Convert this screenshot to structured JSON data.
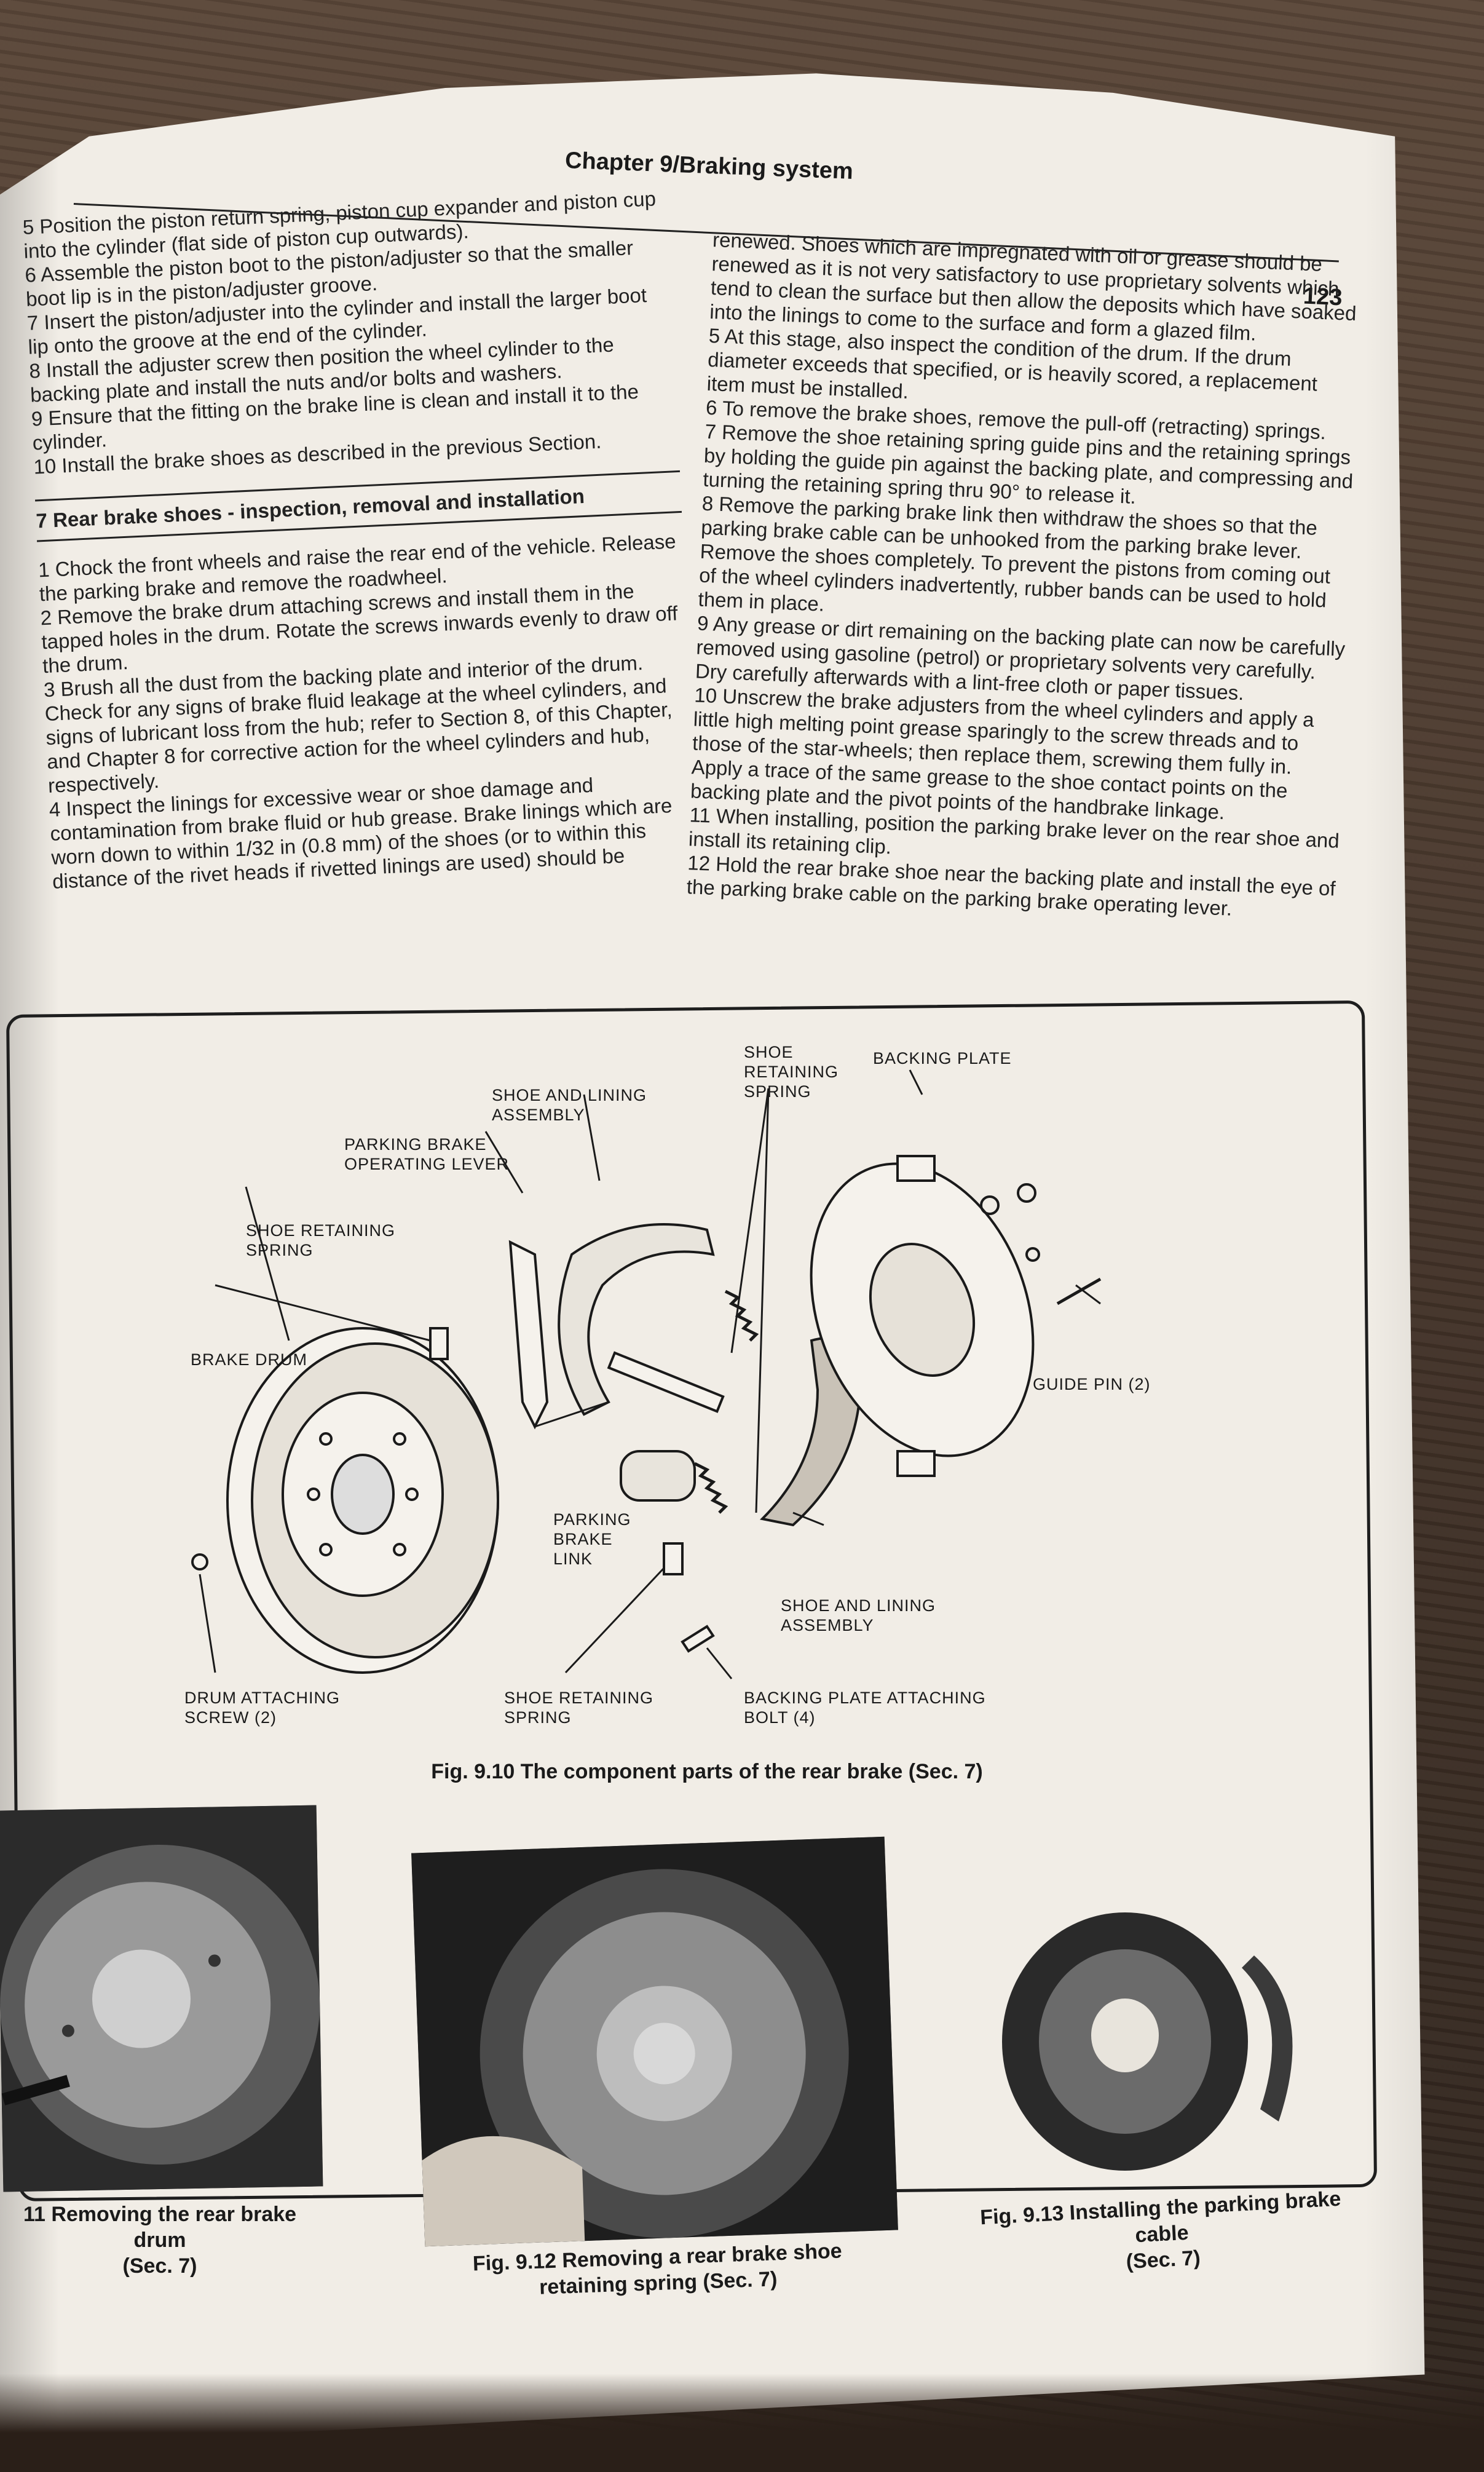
{
  "header": {
    "chapter_title": "Chapter 9/Braking system",
    "page_number": "123"
  },
  "left_column": {
    "paragraphs": [
      "5 Position the piston return spring, piston cup expander and piston cup into the cylinder (flat side of piston cup outwards).",
      "6 Assemble the piston boot to the piston/adjuster so that the smaller boot lip is in the piston/adjuster groove.",
      "7 Insert the piston/adjuster into the cylinder and install the larger boot lip onto the groove at the end of the cylinder.",
      "8 Install the adjuster screw then position the wheel cylinder to the backing plate and install the nuts and/or bolts and washers.",
      "9 Ensure that the fitting on the brake line is clean and install it to the cylinder.",
      "10 Install the brake shoes as described in the previous Section."
    ],
    "section_title": "7 Rear brake shoes - inspection, removal and installation",
    "section_paragraphs": [
      "1 Chock the front wheels and raise the rear end of the vehicle. Release the parking brake and remove the roadwheel.",
      "2 Remove the brake drum attaching screws and install them in the tapped holes in the drum. Rotate the screws inwards evenly to draw off the drum.",
      "3 Brush all the dust from the backing plate and interior of the drum. Check for any signs of brake fluid leakage at the wheel cylinders, and signs of lubricant loss from the hub; refer to Section 8, of this Chapter, and Chapter 8 for corrective action for the wheel cylinders and hub, respectively.",
      "4 Inspect the linings for excessive wear or shoe damage and contamination from brake fluid or hub grease. Brake linings which are worn down to within 1/32 in (0.8 mm) of the shoes (or to within this distance of the rivet heads if rivetted linings are used) should be"
    ]
  },
  "right_column": {
    "paragraphs": [
      "renewed. Shoes which are impregnated with oil or grease should be renewed as it is not very satisfactory to use proprietary solvents which tend to clean the surface but then allow the deposits which have soaked into the linings to come to the surface and form a glazed film.",
      "5 At this stage, also inspect the condition of the drum. If the drum diameter exceeds that specified, or is heavily scored, a replacement item must be installed.",
      "6 To remove the brake shoes, remove the pull-off (retracting) springs.",
      "7 Remove the shoe retaining spring guide pins and the retaining springs by holding the guide pin against the backing plate, and compressing and turning the retaining spring thru 90° to release it.",
      "8 Remove the parking brake link then withdraw the shoes so that the parking brake cable can be unhooked from the parking brake lever. Remove the shoes completely. To prevent the pistons from coming out of the wheel cylinders inadvertently, rubber bands can be used to hold them in place.",
      "9 Any grease or dirt remaining on the backing plate can now be carefully removed using gasoline (petrol) or proprietary solvents very carefully. Dry carefully afterwards with a lint-free cloth or paper tissues.",
      "10 Unscrew the brake adjusters from the wheel cylinders and apply a little high melting point grease sparingly to the screw threads and to those of the star-wheels; then replace them, screwing them fully in. Apply a trace of the same grease to the shoe contact points on the backing plate and the pivot points of the handbrake linkage.",
      "11 When installing, position the parking brake lever on the rear shoe and install its retaining clip.",
      "12 Hold the rear brake shoe near the backing plate and install the eye of the parking brake cable on the parking brake operating lever."
    ]
  },
  "diagram_labels": {
    "shoe_retaining_spring_top": [
      "SHOE",
      "RETAINING",
      "SPRING"
    ],
    "backing_plate": "BACKING PLATE",
    "shoe_lining_assembly_top": [
      "SHOE AND LINING",
      "ASSEMBLY"
    ],
    "parking_brake_operating_lever": [
      "PARKING BRAKE",
      "OPERATING LEVER"
    ],
    "shoe_retaining_spring_left": [
      "SHOE RETAINING",
      "SPRING"
    ],
    "brake_drum": "BRAKE DRUM",
    "guide_pin": "GUIDE PIN (2)",
    "parking_brake_link": [
      "PARKING",
      "BRAKE",
      "LINK"
    ],
    "shoe_lining_assembly_bottom": [
      "SHOE AND LINING",
      "ASSEMBLY"
    ],
    "drum_attaching_screw": [
      "DRUM ATTACHING",
      "SCREW (2)"
    ],
    "shoe_retaining_spring_bottom": [
      "SHOE RETAINING",
      "SPRING"
    ],
    "backing_plate_attaching_bolt": [
      "BACKING PLATE ATTACHING",
      "BOLT (4)"
    ]
  },
  "captions": {
    "fig_9_10": "Fig. 9.10 The component parts of the rear brake (Sec. 7)",
    "fig_9_11_line1": "11 Removing the rear brake drum",
    "fig_9_11_line2": "(Sec. 7)",
    "fig_9_12_line1": "Fig. 9.12 Removing a rear brake shoe",
    "fig_9_12_line2": "retaining spring (Sec. 7)",
    "fig_9_13_line1": "Fig. 9.13 Installing the parking brake cable",
    "fig_9_13_line2": "(Sec. 7)"
  },
  "colors": {
    "paper": "#f1ede6",
    "ink": "#1a1a1a",
    "wood": "#4a3a2e"
  }
}
